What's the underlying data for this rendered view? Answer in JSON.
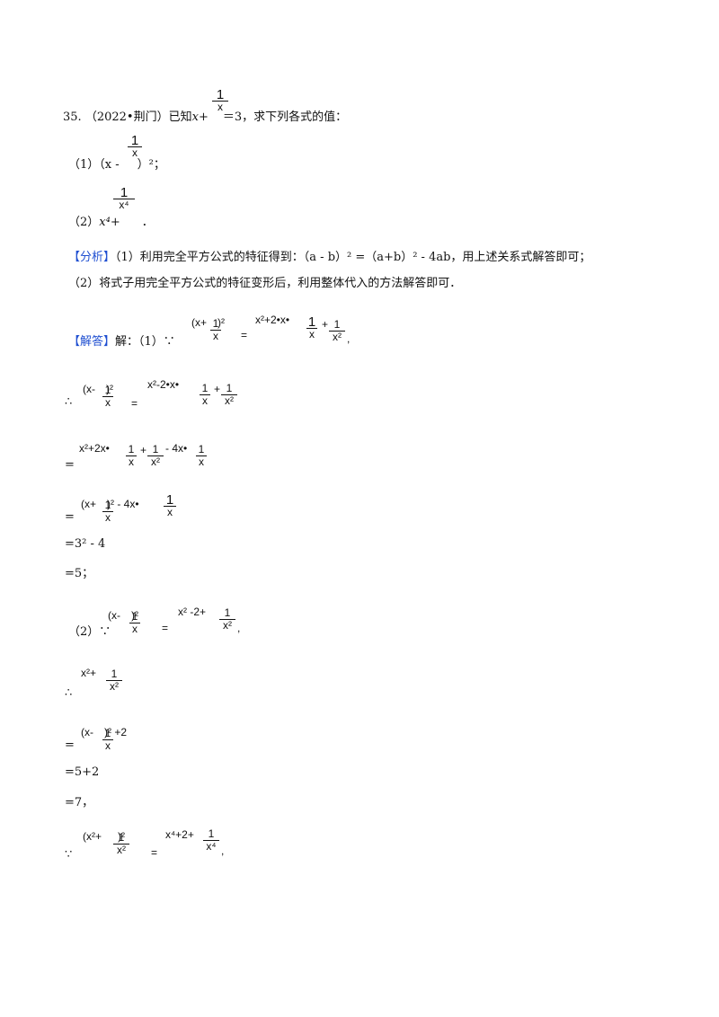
{
  "problem": {
    "number": "35.",
    "source": "（2022•荆门）",
    "given_prefix": "已知",
    "x": "x",
    "plus": "+",
    "one": "1",
    "eq3": "＝3，",
    "ask": "求下列各式的值：",
    "p1_label": "（1）",
    "p1_open": "（x -",
    "p1_close": "）²；",
    "p2_label": "（2）",
    "p2_term": "x⁴+",
    "p2_den": "x⁴",
    "p2_end": "．"
  },
  "analysis": {
    "tag": "【分析】",
    "line1": "（1）利用完全平方公式的特征得到：（a - b）² =（a+b）² - 4ab，用上述关系式解答即可；",
    "line2": "（2）将式子用完全平方公式的特征变形后，利用整体代入的方法解答即可．"
  },
  "solution": {
    "tag": "【解答】",
    "intro": "解：（1）∵",
    "therefore": "∴",
    "because": "∵",
    "eq": "=",
    "x": "x",
    "x2": "x²",
    "x4": "x⁴",
    "one": "1",
    "sq": "2",
    "s1_lhs": "(x+",
    "s1_rhs": "x²+2•x•",
    "s2_lhs": "(x-",
    "s2_rhs": "x²-2•x•",
    "s3": "x²+2x•",
    "s3_mid": "- 4x•",
    "s4": "(x+",
    "s4_mid": ")² - 4x•",
    "s5": "=3² - 4",
    "s6": "=5；",
    "p2_intro": "（2）∵",
    "p2_rhs": "x² -2+",
    "p2_rhs2": "x²+",
    "p2_s2": "(x-",
    "p2_s2_tail": ")² +2",
    "p2_s3": "=5+2",
    "p2_s4": "=7，",
    "p3_lhs": "(x²+",
    "p3_rhs": "x⁴+2+",
    "comma": ",",
    "close_sq": ")²"
  }
}
